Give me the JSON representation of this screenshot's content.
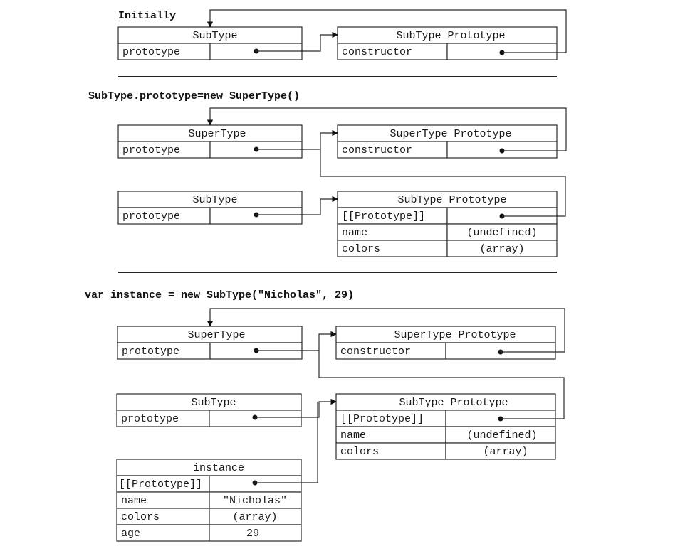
{
  "sections": [
    {
      "heading": "Initially",
      "tables": [
        {
          "title": "SubType",
          "rows": [
            {
              "key": "prototype",
              "value": ""
            }
          ]
        },
        {
          "title": "SubType Prototype",
          "rows": [
            {
              "key": "constructor",
              "value": ""
            }
          ]
        }
      ]
    },
    {
      "heading": "SubType.prototype=new SuperType()",
      "tables": [
        {
          "title": "SuperType",
          "rows": [
            {
              "key": "prototype",
              "value": ""
            }
          ]
        },
        {
          "title": "SuperType Prototype",
          "rows": [
            {
              "key": "constructor",
              "value": ""
            }
          ]
        },
        {
          "title": "SubType",
          "rows": [
            {
              "key": "prototype",
              "value": ""
            }
          ]
        },
        {
          "title": "SubType Prototype",
          "rows": [
            {
              "key": "[[Prototype]]",
              "value": ""
            },
            {
              "key": "name",
              "value": "(undefined)"
            },
            {
              "key": "colors",
              "value": "(array)"
            }
          ]
        }
      ]
    },
    {
      "heading": "var instance = new SubType(\"Nicholas\", 29)",
      "tables": [
        {
          "title": "SuperType",
          "rows": [
            {
              "key": "prototype",
              "value": ""
            }
          ]
        },
        {
          "title": "SuperType Prototype",
          "rows": [
            {
              "key": "constructor",
              "value": ""
            }
          ]
        },
        {
          "title": "SubType",
          "rows": [
            {
              "key": "prototype",
              "value": ""
            }
          ]
        },
        {
          "title": "SubType Prototype",
          "rows": [
            {
              "key": "[[Prototype]]",
              "value": ""
            },
            {
              "key": "name",
              "value": "(undefined)"
            },
            {
              "key": "colors",
              "value": "(array)"
            }
          ]
        },
        {
          "title": "instance",
          "rows": [
            {
              "key": "[[Prototype]]",
              "value": ""
            },
            {
              "key": "name",
              "value": "\"Nicholas\""
            },
            {
              "key": "colors",
              "value": "(array)"
            },
            {
              "key": "age",
              "value": "29"
            }
          ]
        }
      ]
    }
  ]
}
